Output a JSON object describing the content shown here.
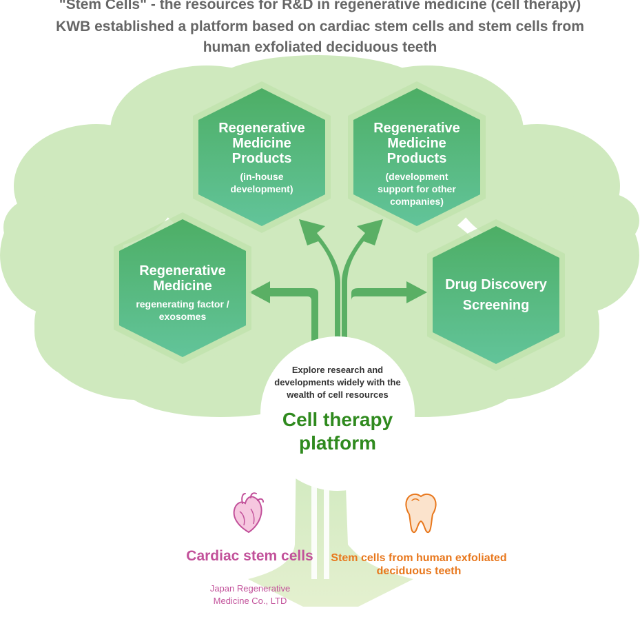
{
  "header": {
    "line1": "\"Stem Cells\" - the resources for R&D in regenerative medicine (cell therapy)",
    "line2": "KWB established a platform based on cardiac stem cells and stem cells from",
    "line3": "human exfoliated deciduous teeth"
  },
  "hexagons": {
    "inhouse": {
      "title": "Regenerative Medicine Products",
      "sub": "(in-house development)"
    },
    "support": {
      "title": "Regenerative Medicine Products",
      "sub": "(development support for other companies)"
    },
    "factor": {
      "title": "Regenerative Medicine",
      "sub": "regenerating factor / exosomes"
    },
    "drug": {
      "title": "Drug Discovery Screening"
    }
  },
  "platform": {
    "caption": "Explore research and developments widely with the wealth of cell resources",
    "title": "Cell therapy platform"
  },
  "sources": {
    "cardiac": {
      "label": "Cardiac stem cells",
      "company": "Japan Regenerative Medicine Co., LTD"
    },
    "teeth": {
      "label": "Stem cells from human exfoliated deciduous teeth"
    }
  },
  "icons": {
    "heart": "heart-icon",
    "tooth": "tooth-icon"
  },
  "colors": {
    "foliage": "#cfe9be",
    "trunk": "#d6edc4",
    "hex_top": "#4dae65",
    "hex_bottom": "#62c49a",
    "arrow": "#5aaf64",
    "platform_title": "#2f8a1e",
    "cardiac": "#c2519a",
    "teeth": "#e8771c"
  }
}
